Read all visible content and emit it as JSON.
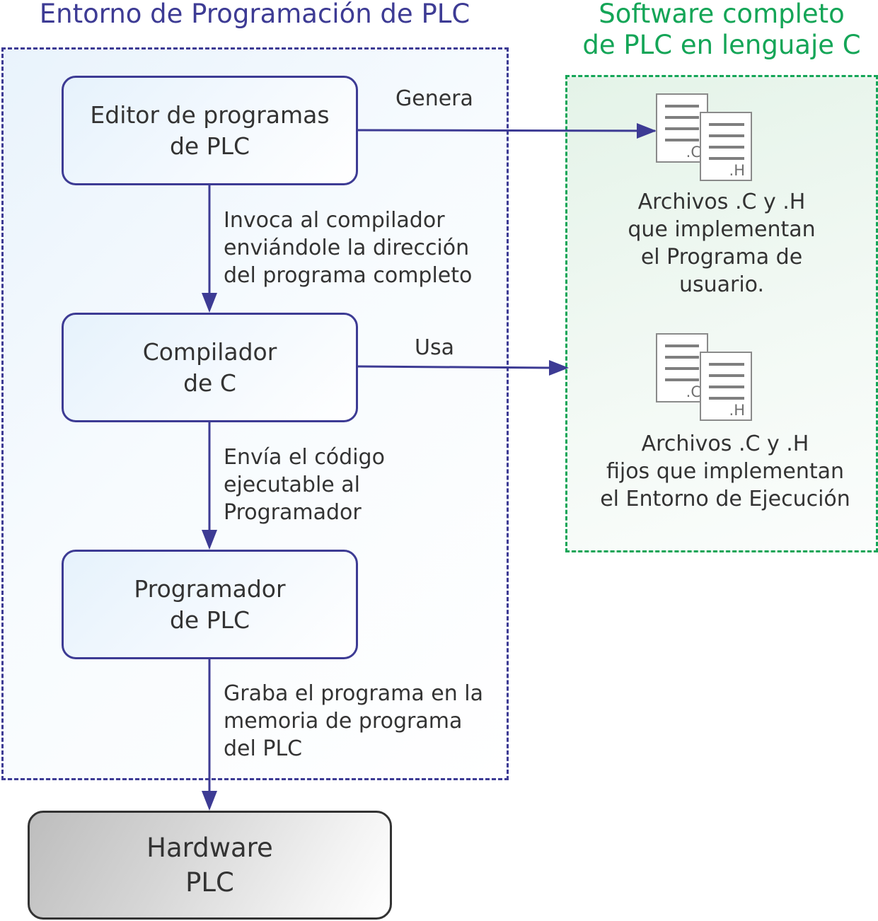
{
  "titles": {
    "environment": "Entorno de Programación de PLC",
    "software": [
      "Software completo",
      "de PLC en lenguaje C"
    ]
  },
  "colors": {
    "environment_accent": "#3d3b94",
    "software_accent": "#14a557",
    "hardware_border": "#333333",
    "text": "#333333",
    "document_gray": "#8a8a8a"
  },
  "nodes": {
    "editor": [
      "Editor de programas",
      "de PLC"
    ],
    "compiler": [
      "Compilador",
      "de C"
    ],
    "programmer": [
      "Programador",
      "de PLC"
    ],
    "hardware": [
      "Hardware",
      "PLC"
    ]
  },
  "edges": {
    "generates": "Genera",
    "uses": "Usa",
    "invokes": [
      "Invoca al compilador",
      "enviándole la dirección",
      "del programa completo"
    ],
    "sends": [
      "Envía el código",
      "ejecutable al",
      "Programador"
    ],
    "writes": [
      "Graba el programa en la",
      "memoria de programa",
      "del PLC"
    ]
  },
  "files": {
    "c_extension": ".C",
    "h_extension": ".H",
    "user_program_caption": [
      "Archivos .C y .H",
      "que implementan",
      "el Programa de",
      "usuario."
    ],
    "runtime_caption": [
      "Archivos .C y .H",
      "fijos que implementan",
      "el Entorno de Ejecución"
    ],
    "icon": "document-icon"
  }
}
